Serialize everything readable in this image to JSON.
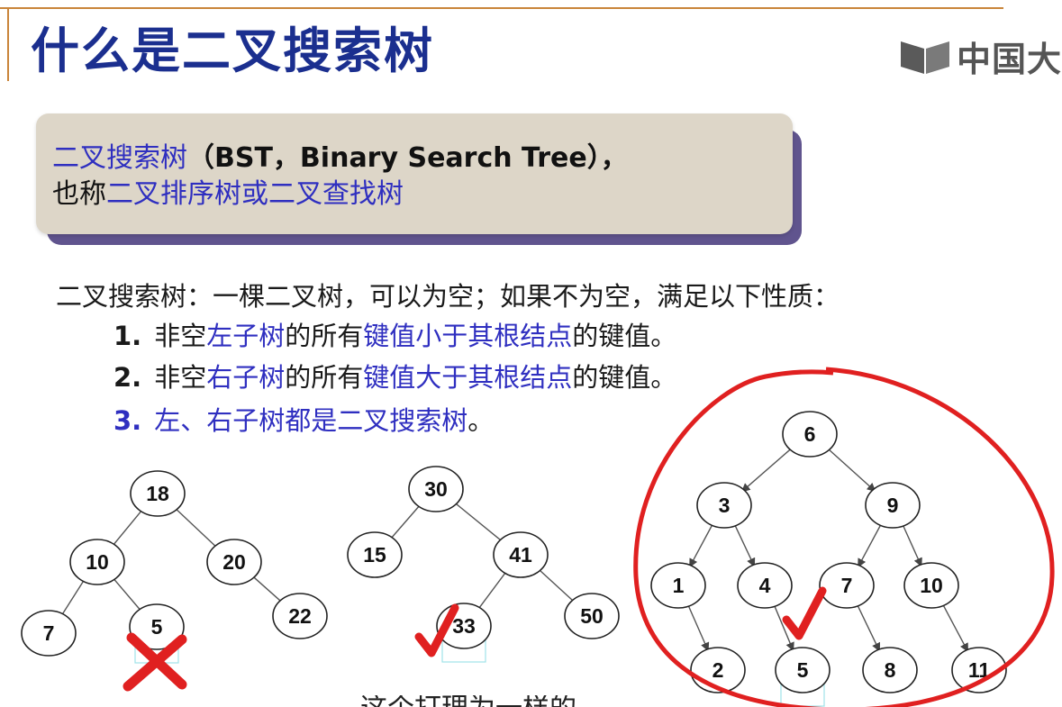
{
  "title": "什么是二叉搜索树",
  "brand": {
    "text": "中国大",
    "icon": "book-logo-icon"
  },
  "definition": {
    "line1_blue": "二叉搜索树",
    "line1_rest": "（BST，Binary Search Tree），",
    "line2_prefix": "也称",
    "line2_term1": "二叉排序树",
    "line2_or": "或",
    "line2_term2": "二叉查找树"
  },
  "properties": {
    "intro": "二叉搜索树：一棵二叉树，可以为空；如果不为空，满足以下性质：",
    "rules": [
      {
        "num": "1.",
        "parts": [
          {
            "t": "非空",
            "c": "k"
          },
          {
            "t": "左子树",
            "c": "b"
          },
          {
            "t": "的所有",
            "c": "k"
          },
          {
            "t": "键值小于其根结点",
            "c": "b"
          },
          {
            "t": "的键值。",
            "c": "k"
          }
        ]
      },
      {
        "num": "2.",
        "parts": [
          {
            "t": "非空",
            "c": "k"
          },
          {
            "t": "右子树",
            "c": "b"
          },
          {
            "t": "的所有",
            "c": "k"
          },
          {
            "t": "键值大于其根结点",
            "c": "b"
          },
          {
            "t": "的键值。",
            "c": "k"
          }
        ]
      },
      {
        "num": "3.",
        "parts": [
          {
            "t": "左、右子树都是二叉搜索树",
            "c": "b"
          },
          {
            "t": "。",
            "c": "k"
          }
        ]
      }
    ]
  },
  "trees": [
    {
      "name": "tree-1",
      "verdict": "cross",
      "nodes": [
        "18",
        "10",
        "20",
        "7",
        "5",
        "22"
      ],
      "edges": [
        [
          "18",
          "10"
        ],
        [
          "18",
          "20"
        ],
        [
          "10",
          "7"
        ],
        [
          "10",
          "5"
        ],
        [
          "20",
          "22"
        ]
      ],
      "highlighted": "5"
    },
    {
      "name": "tree-2",
      "verdict": "check",
      "nodes": [
        "30",
        "15",
        "41",
        "33",
        "50"
      ],
      "edges": [
        [
          "30",
          "15"
        ],
        [
          "30",
          "41"
        ],
        [
          "41",
          "33"
        ],
        [
          "41",
          "50"
        ]
      ],
      "highlighted": "33"
    },
    {
      "name": "tree-3",
      "verdict": "check",
      "nodes": [
        "6",
        "3",
        "9",
        "1",
        "4",
        "7",
        "10",
        "2",
        "5",
        "8",
        "11"
      ],
      "edges": [
        [
          "6",
          "3"
        ],
        [
          "6",
          "9"
        ],
        [
          "3",
          "1"
        ],
        [
          "3",
          "4"
        ],
        [
          "9",
          "7"
        ],
        [
          "9",
          "10"
        ],
        [
          "1",
          "2"
        ],
        [
          "4",
          "5"
        ],
        [
          "7",
          "8"
        ],
        [
          "10",
          "11"
        ]
      ],
      "highlighted": "5",
      "circled": true
    }
  ],
  "colors": {
    "title": "#1b2f8f",
    "term": "#2f2fc0",
    "mark": "#e02020",
    "box": "#ddd6c8",
    "box_shadow": "#60548e"
  },
  "subtitle": "这个打理为一样的"
}
